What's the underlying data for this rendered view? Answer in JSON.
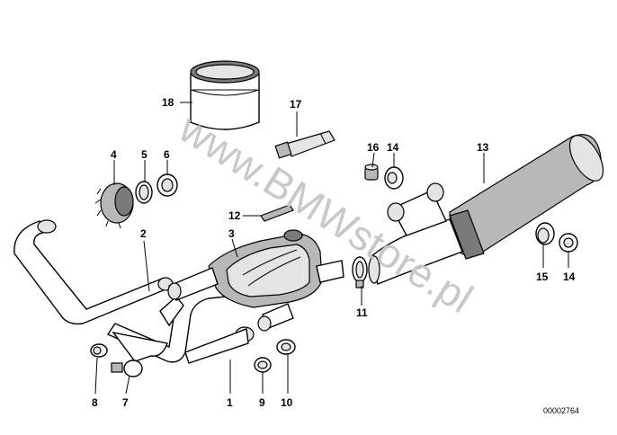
{
  "watermark": "www.BMWstore.pl",
  "reference_number": "00002764",
  "callouts": {
    "c1": "1",
    "c2": "2",
    "c3": "3",
    "c4": "4",
    "c5": "5",
    "c6": "6",
    "c7": "7",
    "c8": "8",
    "c9": "9",
    "c10": "10",
    "c11": "11",
    "c12": "12",
    "c13": "13",
    "c14a": "14",
    "c14b": "14",
    "c15": "15",
    "c16": "16",
    "c17": "17",
    "c18": "18"
  }
}
